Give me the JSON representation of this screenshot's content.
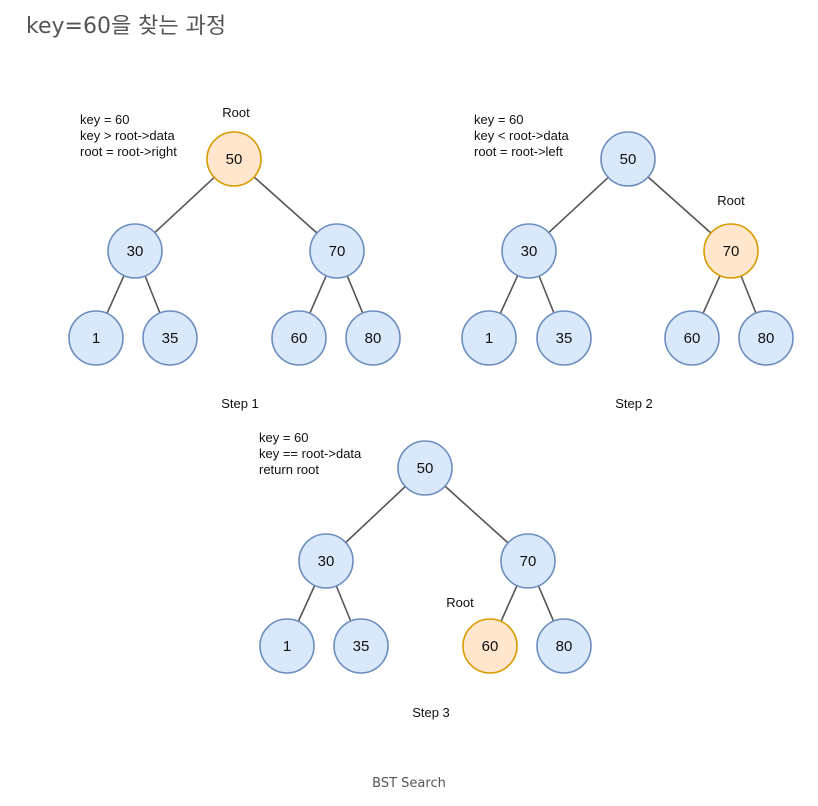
{
  "title": "key=60을 찾는 과정",
  "caption": "BST Search",
  "colors": {
    "node_fill": "#dae8fc",
    "node_stroke": "#6c8ebf",
    "root_fill": "#ffe6cc",
    "root_stroke": "#d79b00"
  },
  "panels": [
    {
      "step_label": "Step 1",
      "notes": [
        "key = 60",
        "key > root->data",
        "root = root->right"
      ],
      "root_tag": "Root",
      "root_node": "50",
      "nodes": [
        {
          "id": "n50",
          "label": "50"
        },
        {
          "id": "n30",
          "label": "30"
        },
        {
          "id": "n70",
          "label": "70"
        },
        {
          "id": "n1",
          "label": "1"
        },
        {
          "id": "n35",
          "label": "35"
        },
        {
          "id": "n60",
          "label": "60"
        },
        {
          "id": "n80",
          "label": "80"
        }
      ]
    },
    {
      "step_label": "Step 2",
      "notes": [
        "key = 60",
        "key < root->data",
        "root = root->left"
      ],
      "root_tag": "Root",
      "root_node": "70",
      "nodes": [
        {
          "id": "n50",
          "label": "50"
        },
        {
          "id": "n30",
          "label": "30"
        },
        {
          "id": "n70",
          "label": "70"
        },
        {
          "id": "n1",
          "label": "1"
        },
        {
          "id": "n35",
          "label": "35"
        },
        {
          "id": "n60",
          "label": "60"
        },
        {
          "id": "n80",
          "label": "80"
        }
      ]
    },
    {
      "step_label": "Step 3",
      "notes": [
        "key = 60",
        "key == root->data",
        "return root"
      ],
      "root_tag": "Root",
      "root_node": "60",
      "nodes": [
        {
          "id": "n50",
          "label": "50"
        },
        {
          "id": "n30",
          "label": "30"
        },
        {
          "id": "n70",
          "label": "70"
        },
        {
          "id": "n1",
          "label": "1"
        },
        {
          "id": "n35",
          "label": "35"
        },
        {
          "id": "n60",
          "label": "60"
        },
        {
          "id": "n80",
          "label": "80"
        }
      ]
    }
  ]
}
